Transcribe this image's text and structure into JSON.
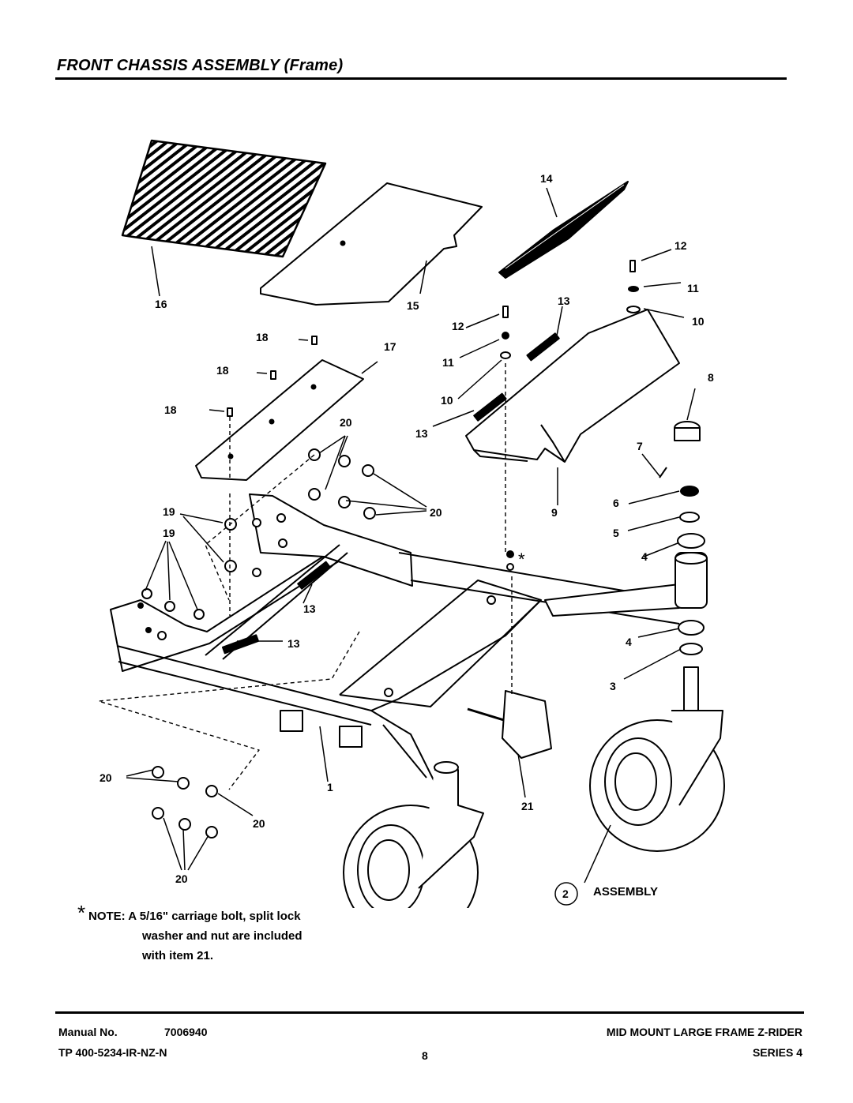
{
  "page": {
    "title": "FRONT CHASSIS ASSEMBLY (Frame)"
  },
  "callouts": [
    "1",
    "2",
    "3",
    "4",
    "4",
    "5",
    "6",
    "7",
    "8",
    "9",
    "10",
    "10",
    "11",
    "11",
    "12",
    "12",
    "13",
    "13",
    "13",
    "13",
    "14",
    "15",
    "16",
    "17",
    "18",
    "18",
    "18",
    "19",
    "19",
    "20",
    "20",
    "20",
    "20",
    "20",
    "21"
  ],
  "labels": {
    "c1": "1",
    "c2": "2",
    "c3": "3",
    "c4": "4",
    "c5": "5",
    "c6": "6",
    "c7": "7",
    "c8": "8",
    "c9": "9",
    "c10": "10",
    "c11": "11",
    "c12": "12",
    "c13": "13",
    "c14": "14",
    "c15": "15",
    "c16": "16",
    "c17": "17",
    "c18": "18",
    "c19": "19",
    "c20": "20",
    "c21": "21",
    "star": "*"
  },
  "assembly_label": "ASSEMBLY",
  "note": {
    "star": "*",
    "line1": "NOTE: A 5/16\" carriage bolt, split lock",
    "line2": "washer and nut are included",
    "line3": "with item 21."
  },
  "footer": {
    "manual_label": "Manual No.",
    "manual_number": "7006940",
    "tp_number": "TP 400-5234-IR-NZ-N",
    "page_number": "8",
    "product": "MID MOUNT LARGE FRAME Z-RIDER",
    "series": "SERIES 4"
  }
}
